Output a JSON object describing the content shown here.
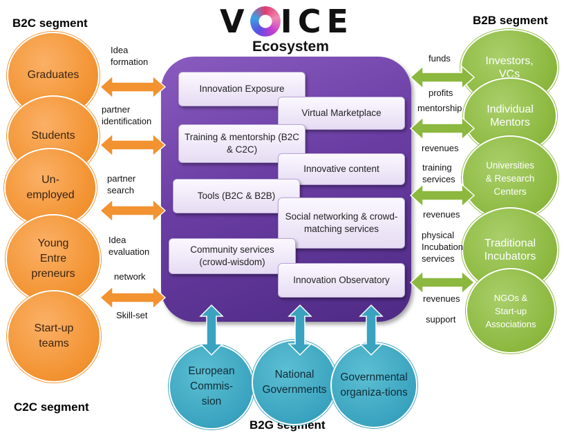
{
  "segments": {
    "b2c": "B2C segment",
    "b2b": "B2B segment",
    "c2c": "C2C segment",
    "b2g": "B2G segment"
  },
  "logo": {
    "v": "V",
    "rest": "ICE",
    "subtitle": "Ecosystem"
  },
  "services": [
    "Innovation Exposure",
    "Virtual Marketplace",
    "Training & mentorship (B2C & C2C)",
    "Innovative content",
    "Tools (B2C & B2B)",
    "Social networking & crowd-matching services",
    "Community services (crowd-wisdom)",
    "Innovation Observatory"
  ],
  "b2c_circles": [
    "Graduates",
    "Students",
    "Un-employed",
    "Young Entre preneurs",
    "Start-up teams"
  ],
  "b2b_circles": [
    "Investors, VCs",
    "Individual Mentors",
    "Universities & Research Centers",
    "Traditional Incubators",
    "NGOs & Start-up Associations"
  ],
  "b2g_circles": [
    "European Commis-sion",
    "National Governments",
    "Governmental organiza-tions"
  ],
  "left_labels": [
    "Idea formation",
    "partner identification",
    "partner search",
    "Idea evaluation",
    "network",
    "Skill-set"
  ],
  "right_labels": [
    "funds",
    "profits",
    "mentorship",
    "revenues",
    "training services",
    "revenues",
    "physical Incubation services",
    "revenues",
    "support"
  ],
  "colors": {
    "hub": "#6a3da3",
    "b2c": "#f29230",
    "b2b": "#8cb83f",
    "b2g": "#3aa3bf"
  }
}
